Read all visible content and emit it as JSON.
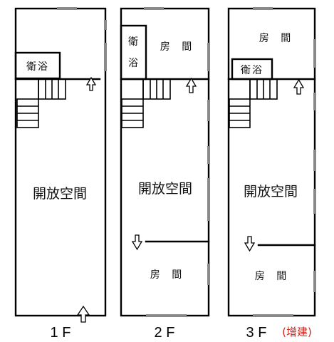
{
  "floors": [
    {
      "id": "1f",
      "label": "1 F",
      "note": "",
      "rooms": {
        "bath": "衛浴",
        "open_space": "開放空間"
      }
    },
    {
      "id": "2f",
      "label": "2 F",
      "note": "",
      "rooms": {
        "bath_line1": "衛",
        "bath_line2": "浴",
        "bedroom_top": "房 間",
        "open_space": "開放空間",
        "bedroom_bottom": "房 間"
      }
    },
    {
      "id": "3f",
      "label": "3 F",
      "note": "(增建)",
      "rooms": {
        "bedroom_top": "房 間",
        "bath": "衛浴",
        "open_space": "開放空間",
        "bedroom_bottom": "房 間"
      }
    }
  ],
  "colors": {
    "wall": "#000000",
    "window": "#8a8a8a",
    "note": "#d0231b"
  }
}
